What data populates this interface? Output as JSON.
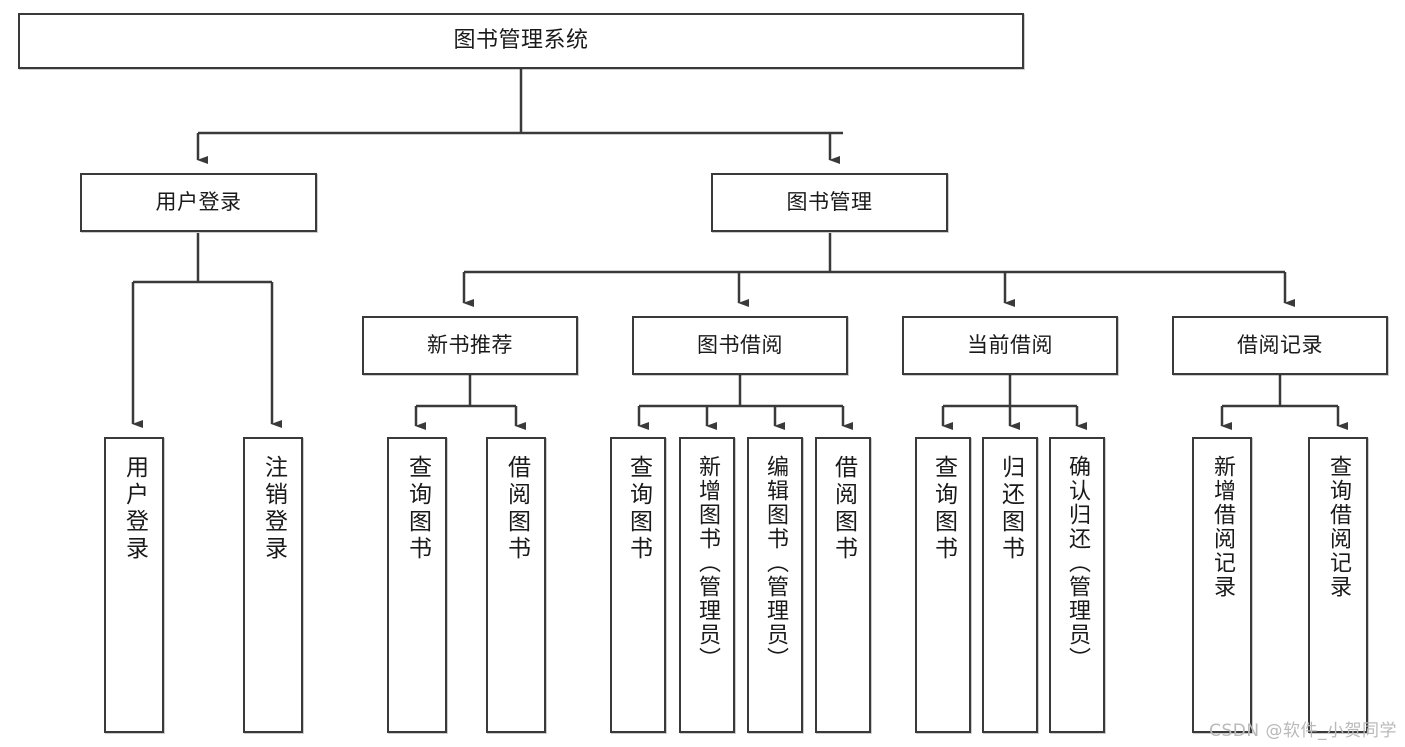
{
  "diagram": {
    "title": "图书管理系统",
    "type": "tree-hierarchy-diagram",
    "colors": {
      "stroke": "#3a3a3a",
      "fill": "#ffffff",
      "text": "#1a1a1a",
      "watermark": "#b9b9b9"
    },
    "levels": {
      "root": {
        "label": "图书管理系统"
      },
      "level2": [
        {
          "label": "用户登录"
        },
        {
          "label": "图书管理"
        }
      ],
      "level3": [
        {
          "label": "新书推荐"
        },
        {
          "label": "图书借阅"
        },
        {
          "label": "当前借阅"
        },
        {
          "label": "借阅记录"
        }
      ],
      "leaves": {
        "user_login": [
          {
            "label": "用户登录"
          },
          {
            "label": "注销登录"
          }
        ],
        "new_book_recommend": [
          {
            "label": "查询图书"
          },
          {
            "label": "借阅图书"
          }
        ],
        "book_borrow": [
          {
            "label": "查询图书"
          },
          {
            "label": "新增图书（管理员）"
          },
          {
            "label": "编辑图书（管理员）"
          },
          {
            "label": "借阅图书"
          }
        ],
        "current_borrow": [
          {
            "label": "查询图书"
          },
          {
            "label": "归还图书"
          },
          {
            "label": "确认归还（管理员）"
          }
        ],
        "borrow_record": [
          {
            "label": "新增借阅记录"
          },
          {
            "label": "查询借阅记录"
          }
        ]
      }
    },
    "watermark": "CSDN @软件_小贺同学"
  }
}
